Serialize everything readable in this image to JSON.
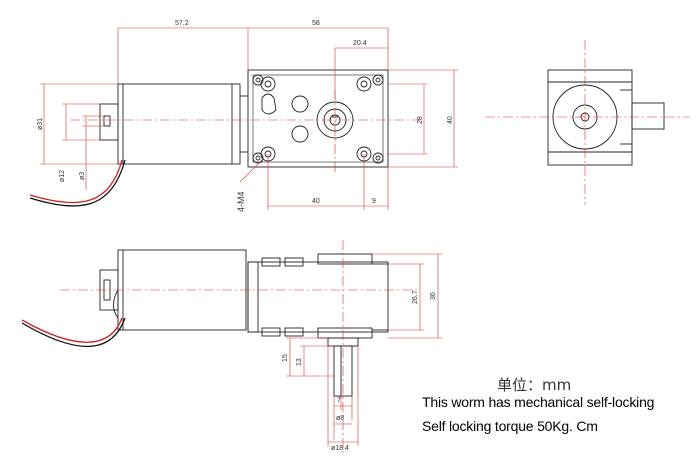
{
  "units_label": "单位：mm",
  "notes": {
    "line1": "This worm has mechanical self-locking",
    "line2": "Self locking torque 50Kg. Cm"
  },
  "dimensions": {
    "motor_length": "57.2",
    "gearbox_length": "58",
    "output_offset": "20.4",
    "body_dia": "ø31",
    "dia_12": "ø12",
    "dia_3": "ø3",
    "thread": "4-M4",
    "hole_spacing_v": "28",
    "box_height": "40",
    "hole_spacing_h": "40",
    "edge_9": "9",
    "height_26_7": "26.7",
    "height_36": "36",
    "shaft_15": "15",
    "shaft_13": "13",
    "flat_7": "7",
    "shaft_dia": "ø8",
    "hub_dia": "ø18.4"
  },
  "colors": {
    "line": "#222222",
    "dimension": "#e03030",
    "centerline": "#e03030",
    "wire_red": "#d02020",
    "wire_black": "#111111"
  }
}
